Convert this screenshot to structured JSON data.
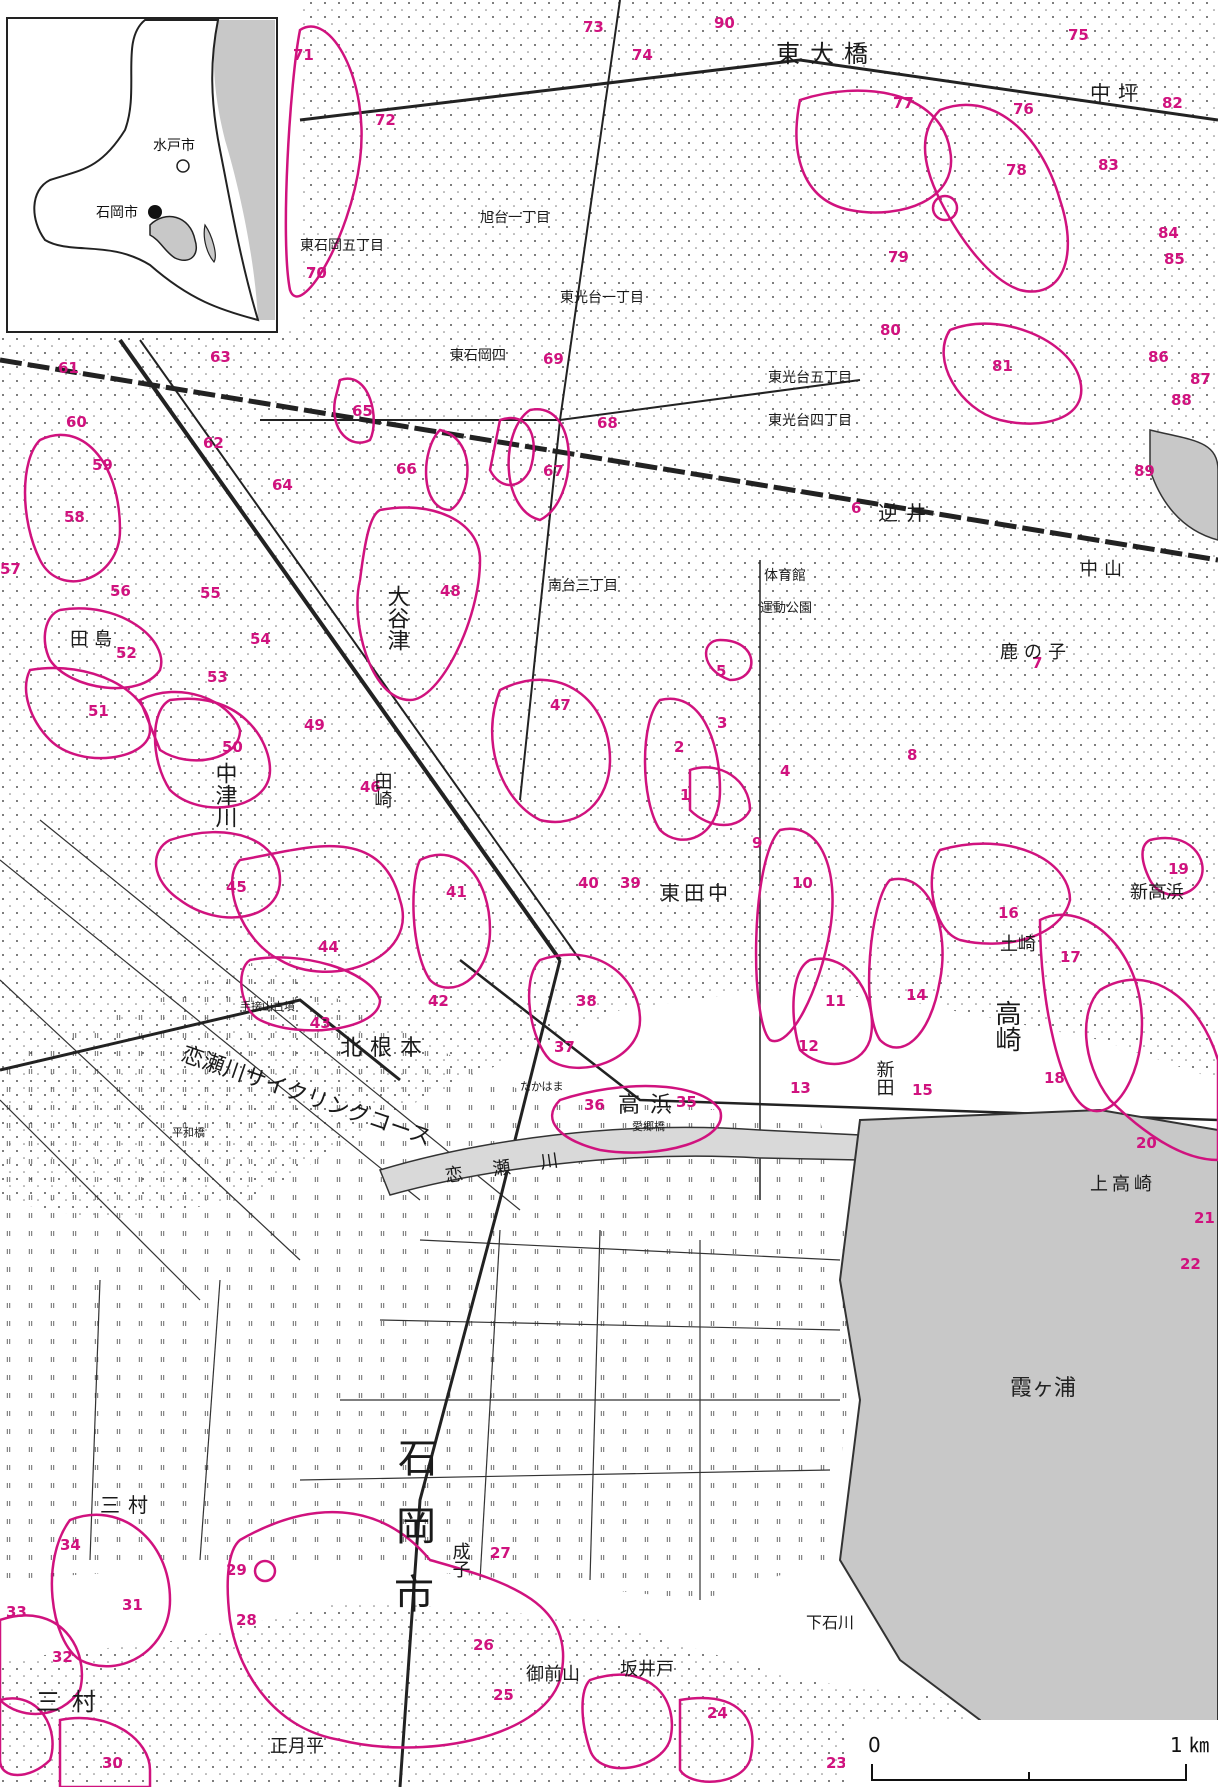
{
  "colors": {
    "site_outline": "#d0127e",
    "lake": "#c8c8c8",
    "paper": "#ffffff",
    "ink": "#1a1a1a"
  },
  "inset": {
    "city_marker_1": "水戸市",
    "city_marker_2": "石岡市"
  },
  "lake_name": "霞ヶ浦",
  "scale": {
    "zero": "0",
    "one_km": "1 ㎞"
  },
  "places": [
    {
      "text": "東大橋",
      "size": 24
    },
    {
      "text": "中坪",
      "size": 20
    },
    {
      "text": "旭台一丁目",
      "size": 14
    },
    {
      "text": "東石岡五丁目",
      "size": 14
    },
    {
      "text": "東光台一丁目",
      "size": 14
    },
    {
      "text": "東光台五丁目",
      "size": 14
    },
    {
      "text": "東光台四丁目",
      "size": 14
    },
    {
      "text": "東石岡四",
      "size": 14
    },
    {
      "text": "南台三丁目",
      "size": 14
    },
    {
      "text": "体育館",
      "size": 14
    },
    {
      "text": "運動公園",
      "size": 13
    },
    {
      "text": "逆井",
      "size": 20
    },
    {
      "text": "中山",
      "size": 18
    },
    {
      "text": "東田中",
      "size": 20
    },
    {
      "text": "大谷津",
      "size": 22
    },
    {
      "text": "田島",
      "size": 18
    },
    {
      "text": "中津川",
      "size": 22
    },
    {
      "text": "田崎",
      "size": 18
    },
    {
      "text": "鹿の子",
      "size": 18
    },
    {
      "text": "新高浜",
      "size": 18
    },
    {
      "text": "高崎",
      "size": 26
    },
    {
      "text": "新田",
      "size": 18
    },
    {
      "text": "上高崎",
      "size": 18
    },
    {
      "text": "土崎",
      "size": 18
    },
    {
      "text": "北根本",
      "size": 22
    },
    {
      "text": "高浜",
      "size": 22
    },
    {
      "text": "手接山古墳",
      "size": 11
    },
    {
      "text": "恋瀬川サイクリングコース",
      "size": 22
    },
    {
      "text": "平和橋",
      "size": 11
    },
    {
      "text": "たかはま",
      "size": 11
    },
    {
      "text": "恋瀬川",
      "size": 18
    },
    {
      "text": "愛郷橋",
      "size": 11
    },
    {
      "text": "石",
      "size": 40
    },
    {
      "text": "岡",
      "size": 40
    },
    {
      "text": "市",
      "size": 40
    },
    {
      "text": "三村",
      "size": 20
    },
    {
      "text": "三村",
      "size": 24
    },
    {
      "text": "御前山",
      "size": 18
    },
    {
      "text": "坂井戸",
      "size": 18
    },
    {
      "text": "下石川",
      "size": 16
    },
    {
      "text": "正月平",
      "size": 18
    },
    {
      "text": "成子",
      "size": 18
    }
  ],
  "sites": [
    "1",
    "2",
    "3",
    "4",
    "5",
    "6",
    "7",
    "8",
    "9",
    "10",
    "11",
    "12",
    "13",
    "14",
    "15",
    "16",
    "17",
    "18",
    "19",
    "20",
    "21",
    "22",
    "23",
    "24",
    "25",
    "26",
    "27",
    "28",
    "29",
    "30",
    "31",
    "32",
    "33",
    "34",
    "35",
    "36",
    "37",
    "38",
    "39",
    "40",
    "41",
    "42",
    "43",
    "44",
    "45",
    "46",
    "47",
    "48",
    "49",
    "50",
    "51",
    "52",
    "53",
    "54",
    "55",
    "56",
    "57",
    "58",
    "59",
    "60",
    "61",
    "62",
    "63",
    "64",
    "65",
    "66",
    "67",
    "68",
    "69",
    "70",
    "71",
    "72",
    "73",
    "74",
    "75",
    "76",
    "77",
    "78",
    "79",
    "80",
    "81",
    "82",
    "83",
    "84",
    "85",
    "86",
    "87",
    "88",
    "89",
    "90"
  ]
}
